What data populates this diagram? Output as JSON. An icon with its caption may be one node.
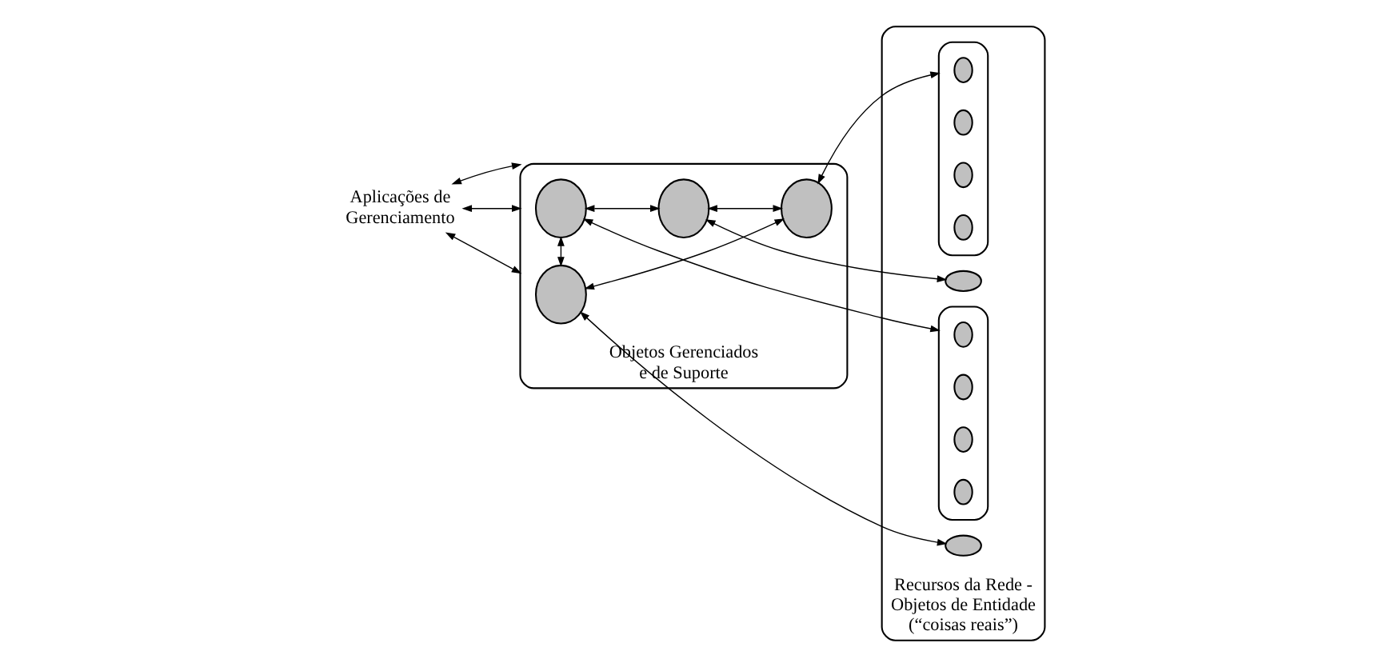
{
  "diagram": {
    "nodes": [
      {
        "text": [
          "Aplicações de Gerenciamento"
        ]
      },
      {
        "text": [
          "Objetos Gerenciados e de Suporte"
        ]
      },
      {
        "text": [],
        "shape": "circle",
        "in": 1
      },
      {
        "text": [],
        "shape": "circle",
        "in": 1
      },
      {
        "text": [],
        "shape": "circle",
        "in": 1
      },
      {
        "text": [],
        "shape": "circle",
        "in": 1
      },
      {
        "text": [
          "Recursos da Rede - Objetos de Entidade (“coisas reais”)"
        ]
      },
      {
        "text": [],
        "shape": "box",
        "in": 6
      },
      {
        "text": [],
        "shape": "circle",
        "in": 7
      },
      {
        "text": [],
        "shape": "circle",
        "in": 7
      },
      {
        "text": [],
        "shape": "circle",
        "in": 7
      },
      {
        "text": [],
        "shape": "circle",
        "in": 7
      },
      {
        "text": [],
        "shape": "ellipse",
        "in": 6
      },
      {
        "text": [],
        "shape": "ellipse",
        "in": 6
      },
      {
        "text": [],
        "shape": "box",
        "in": 6
      },
      {
        "text": [],
        "shape": "circle",
        "in": 14
      },
      {
        "text": [],
        "shape": "circle",
        "in": 14
      },
      {
        "text": [],
        "shape": "circle",
        "in": 14
      },
      {
        "text": [],
        "shape": "circle",
        "in": 14
      }
    ],
    "edges": [
      {
        "from": 0,
        "to": 1,
        "arrow": "both"
      },
      {
        "from": 0,
        "to": 1,
        "arrow": "both"
      },
      {
        "from": 0,
        "to": 1,
        "arrow": "both"
      },
      {
        "from": 2,
        "to": 3,
        "arrow": "both"
      },
      {
        "from": 2,
        "to": 4,
        "arrow": "both"
      },
      {
        "from": 3,
        "to": 5,
        "arrow": "both"
      },
      {
        "from": 4,
        "to": 5,
        "arrow": "both"
      },
      {
        "from": 2,
        "to": 7,
        "arrow": "both"
      },
      {
        "from": 3,
        "to": 12,
        "arrow": "both"
      },
      {
        "from": 4,
        "to": 13,
        "arrow": "both"
      },
      {
        "from": 5,
        "to": 14,
        "arrow": "both"
      }
    ]
  }
}
